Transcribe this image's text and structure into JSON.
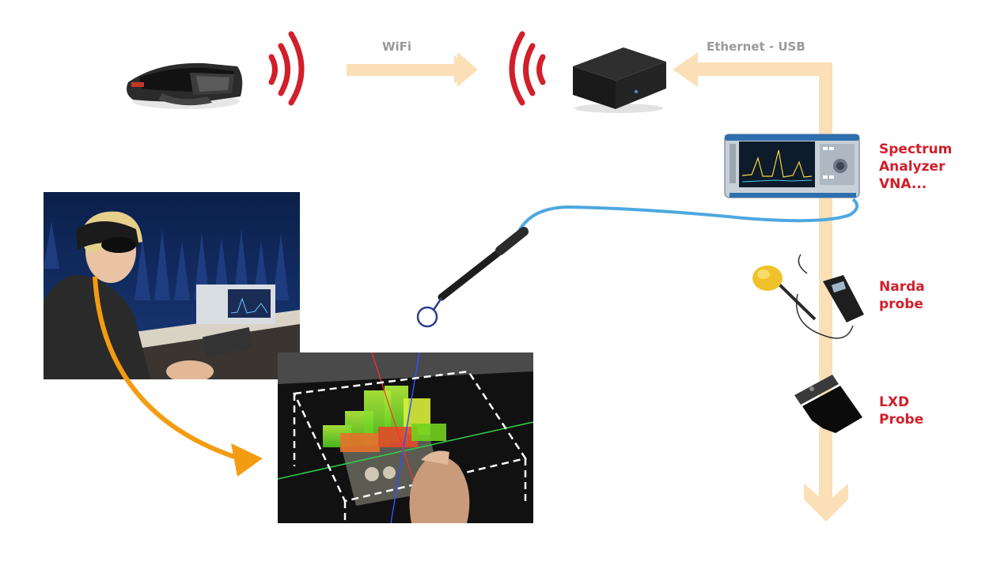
{
  "links": {
    "wifi": "WiFi",
    "ethernet": "Ethernet - USB"
  },
  "instruments": {
    "spectrum": [
      "Spectrum",
      "Analyzer",
      "VNA..."
    ],
    "narda": [
      "Narda",
      "probe"
    ],
    "lxd": [
      "LXD",
      "Probe"
    ]
  },
  "colors": {
    "arrow": "#fbdfb6",
    "wifi_waves": "#d11f2b",
    "labels_red": "#d11f2b",
    "labels_gray": "#9a9a9a",
    "cable": "#4ea8de",
    "orange_arrow": "#f39c12"
  },
  "icons": [
    "hololens-headset",
    "mini-pc",
    "spectrum-analyzer",
    "narda-probe",
    "lxd-probe",
    "near-field-probe"
  ],
  "photos": [
    "user-with-hololens-photo",
    "ar-heatmap-view"
  ]
}
